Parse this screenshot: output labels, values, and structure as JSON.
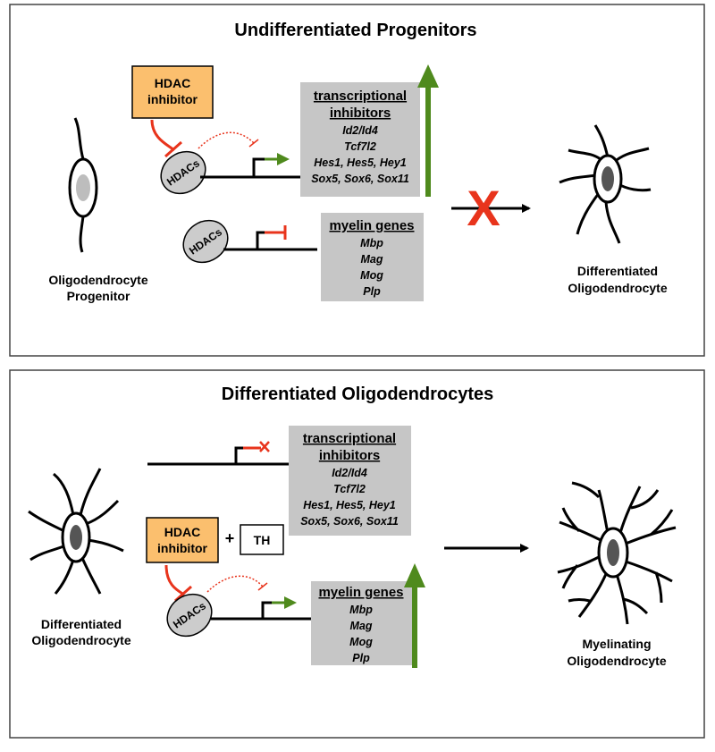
{
  "panel_top": {
    "title": "Undifferentiated Progenitors",
    "hdac_inhibitor": [
      "HDAC",
      "inhibitor"
    ],
    "hdacs_label": "HDACs",
    "transcriptional_box": {
      "heading": [
        "transcriptional",
        "inhibitors"
      ],
      "genes": [
        "Id2/Id4",
        "Tcf7l2",
        "Hes1, Hes5, Hey1",
        "Sox5, Sox6, Sox11"
      ]
    },
    "myelin_box": {
      "heading": [
        "myelin genes"
      ],
      "genes": [
        "Mbp",
        "Mag",
        "Mog",
        "Plp"
      ]
    },
    "left_cell_label": [
      "Oligodendrocyte",
      "Progenitor"
    ],
    "right_cell_label": [
      "Differentiated",
      "Oligodendrocyte"
    ],
    "blocked_mark": "X"
  },
  "panel_bottom": {
    "title": "Differentiated Oligodendrocytes",
    "hdac_inhibitor": [
      "HDAC",
      "inhibitor"
    ],
    "plus": "+",
    "th_label": "TH",
    "hdacs_label": "HDACs",
    "transcriptional_box": {
      "heading": [
        "transcriptional",
        "inhibitors"
      ],
      "genes": [
        "Id2/Id4",
        "Tcf7l2",
        "Hes1, Hes5, Hey1",
        "Sox5, Sox6, Sox11"
      ]
    },
    "myelin_box": {
      "heading": [
        "myelin genes"
      ],
      "genes": [
        "Mbp",
        "Mag",
        "Mog",
        "Plp"
      ]
    },
    "left_cell_label": [
      "Differentiated",
      "Oligodendrocyte"
    ],
    "right_cell_label": [
      "Myelinating",
      "Oligodendrocyte"
    ]
  },
  "colors": {
    "inhibitor_box": "#fbbf6e",
    "gene_box": "#c6c6c6",
    "hdac_ellipse": "#cccccc",
    "green": "#4f8a1d",
    "red": "#e8341c"
  }
}
